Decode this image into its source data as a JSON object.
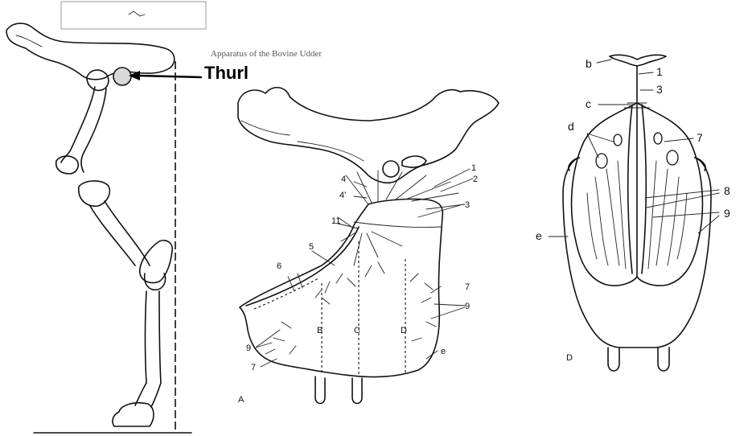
{
  "left_panel": {
    "callout_label": "Thurl"
  },
  "figure_a": {
    "caption": "Apparatus of the Bovine Udder",
    "panel_label": "A",
    "labels": {
      "l1": "1",
      "l2": "2",
      "l3": "3",
      "l4": "4",
      "l4p": "4'",
      "l5": "5",
      "l6": "6",
      "l7a": "7",
      "l7b": "7",
      "l9a": "9",
      "l9b": "9",
      "l11": "11",
      "la": "B",
      "lc": "C",
      "ld": "D",
      "le": "e"
    }
  },
  "figure_d": {
    "panel_label": "D",
    "labels": {
      "b": "b",
      "l1": "1",
      "l3": "3",
      "c": "c",
      "d": "d",
      "l7": "7",
      "l8": "8",
      "l9": "9",
      "e": "e"
    }
  }
}
